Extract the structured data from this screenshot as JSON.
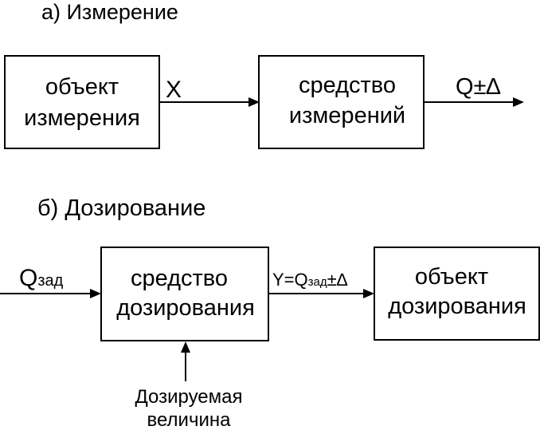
{
  "section_a": {
    "title": "а) Измерение",
    "object_box": {
      "line1": "объект",
      "line2": "измерения"
    },
    "instrument_box": {
      "line1": "средство",
      "line2": "измерений"
    },
    "input_label": "X",
    "output_label": "Q±∆"
  },
  "section_b": {
    "title": "б) Дозирование",
    "input_label": {
      "main": "Q",
      "sub": "зад"
    },
    "device_box": {
      "line1": "средство",
      "line2": "дозирования"
    },
    "output_label": {
      "prefix": "Y=Q",
      "sub": "зад",
      "suffix": "±∆"
    },
    "object_box": {
      "line1": "объект",
      "line2": "дозирования"
    },
    "bottom_label": {
      "line1": "Дозируемая",
      "line2": "величина"
    }
  }
}
